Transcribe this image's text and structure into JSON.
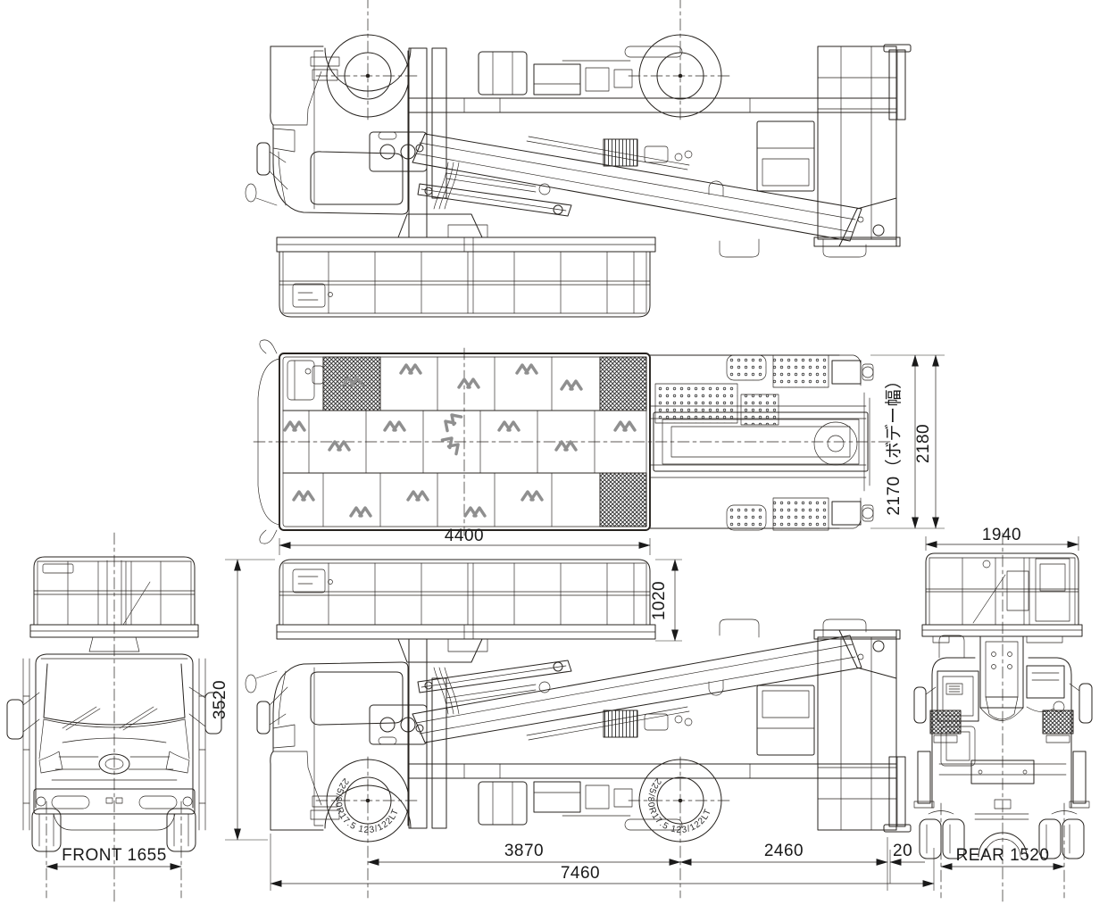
{
  "colors": {
    "line": "#27231f",
    "background": "#ffffff",
    "tread_mark": "#8f8f8f",
    "dim_text": "#1a1a1a"
  },
  "dimensions": {
    "platform_length": "4400",
    "platform_height": "1020",
    "overall_height": "3520",
    "body_width": "2170（ボデー幅）",
    "overall_width": "2180",
    "rear_platform_width": "1940",
    "front_tread": "FRONT 1655",
    "rear_tread": "REAR 1520",
    "wheelbase": "3870",
    "rear_overhang": "2460",
    "rear_end_offset": "20",
    "overall_length": "7460"
  },
  "tire_label": "225/80R17.5 123/122LT"
}
